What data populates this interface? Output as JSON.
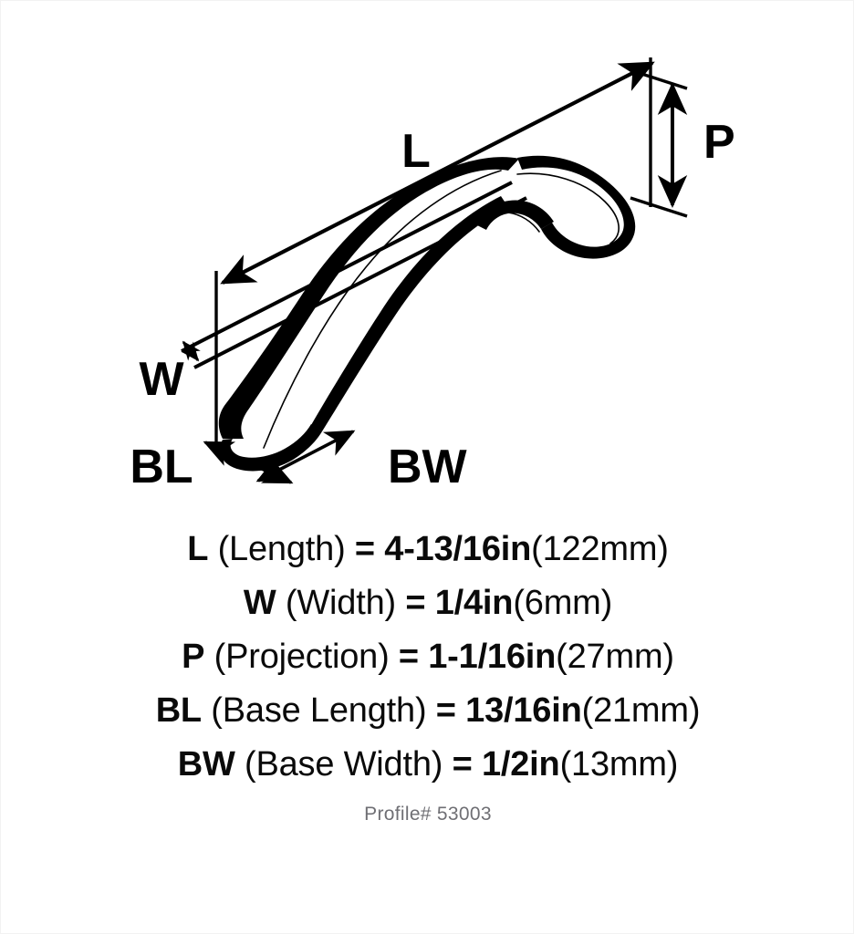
{
  "diagram": {
    "labels": {
      "length": "L",
      "width": "W",
      "projection": "P",
      "base_length": "BL",
      "base_width": "BW"
    }
  },
  "specs": [
    {
      "abbr": "L",
      "name": " (Length)",
      "eq": " = ",
      "value": "4-13/16in",
      "metric": "(122mm)"
    },
    {
      "abbr": "W",
      "name": " (Width)",
      "eq": " = ",
      "value": "1/4in",
      "metric": "(6mm)"
    },
    {
      "abbr": "P",
      "name": " (Projection)",
      "eq": " = ",
      "value": "1-1/16in",
      "metric": "(27mm)"
    },
    {
      "abbr": "BL",
      "name": " (Base Length)",
      "eq": " = ",
      "value": "13/16in",
      "metric": "(21mm)"
    },
    {
      "abbr": "BW",
      "name": " (Base Width)",
      "eq": " = ",
      "value": "1/2in",
      "metric": "(13mm)"
    }
  ],
  "footer": {
    "profile": "Profile# 53003"
  },
  "colors": {
    "background": "#ffffff",
    "ink": "#000000",
    "footer_text": "#6f6f74"
  }
}
